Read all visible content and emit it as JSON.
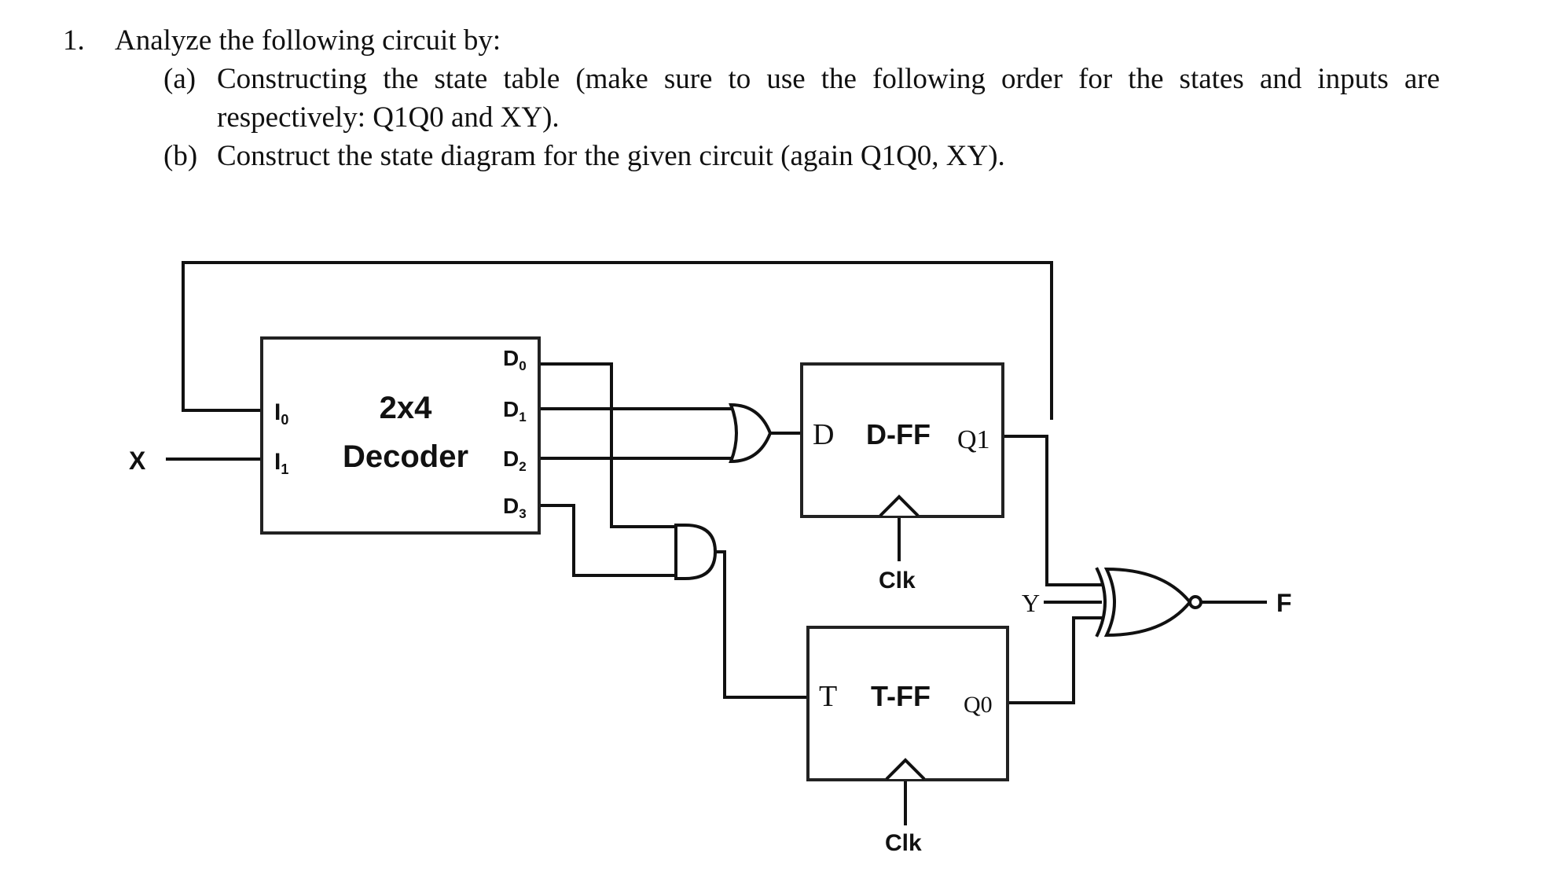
{
  "question": {
    "number": "1.",
    "prompt": "Analyze the following circuit by:",
    "parts": [
      {
        "label": "(a)",
        "text": "Constructing the state table (make sure to use the following order for the states and inputs are",
        "continuation": "respectively: Q1Q0 and XY)."
      },
      {
        "label": "(b)",
        "text": "Construct the state diagram for the given circuit (again Q1Q0, XY)."
      }
    ]
  },
  "circuit": {
    "decoder": {
      "title_line1": "2x4",
      "title_line2": "Decoder",
      "inputs": [
        {
          "name": "I",
          "sub": "0"
        },
        {
          "name": "I",
          "sub": "1"
        }
      ],
      "outputs": [
        {
          "name": "D",
          "sub": "0"
        },
        {
          "name": "D",
          "sub": "1"
        },
        {
          "name": "D",
          "sub": "2"
        },
        {
          "name": "D",
          "sub": "3"
        }
      ]
    },
    "input_x": "X",
    "input_y": "Y",
    "output_f": "F",
    "dff": {
      "input": "D",
      "title": "D-FF",
      "output": "Q1",
      "clock": "Clk"
    },
    "tff": {
      "input": "T",
      "title": "T-FF",
      "output": "Q0",
      "clock": "Clk"
    },
    "gates": {
      "or_gate": "or-gate-icon",
      "and_gate": "and-gate-icon",
      "xnor_gate": "xnor-gate-icon"
    }
  }
}
